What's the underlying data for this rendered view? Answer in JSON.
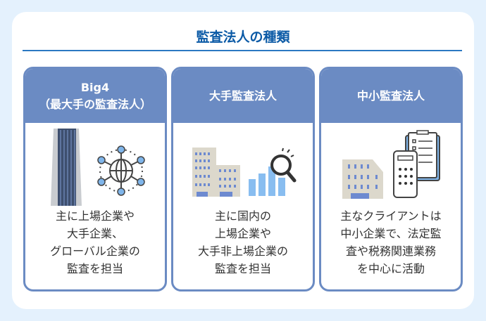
{
  "title": "監査法人の種類",
  "colors": {
    "accent": "#6b8bc3",
    "title": "#0b5aa6",
    "background": "#e4f1fd"
  },
  "cards": [
    {
      "title_line1": "Big4",
      "title_line2": "（最大手の監査法人）",
      "icons": [
        "skyscraper-icon",
        "global-network-icon"
      ],
      "desc": [
        "主に上場企業や",
        "大手企業、",
        "グローバル企業の",
        "監査を担当"
      ]
    },
    {
      "title_line1": "大手監査法人",
      "icons": [
        "office-building-icon",
        "bar-chart-magnifier-icon"
      ],
      "desc": [
        "主に国内の",
        "上場企業や",
        "大手非上場企業の",
        "監査を担当"
      ]
    },
    {
      "title_line1": "中小監査法人",
      "icons": [
        "small-building-icon",
        "clipboard-calculator-icon"
      ],
      "desc": [
        "主なクライアントは",
        "中小企業で、法定監",
        "査や税務関連業務",
        "を中心に活動"
      ]
    }
  ]
}
